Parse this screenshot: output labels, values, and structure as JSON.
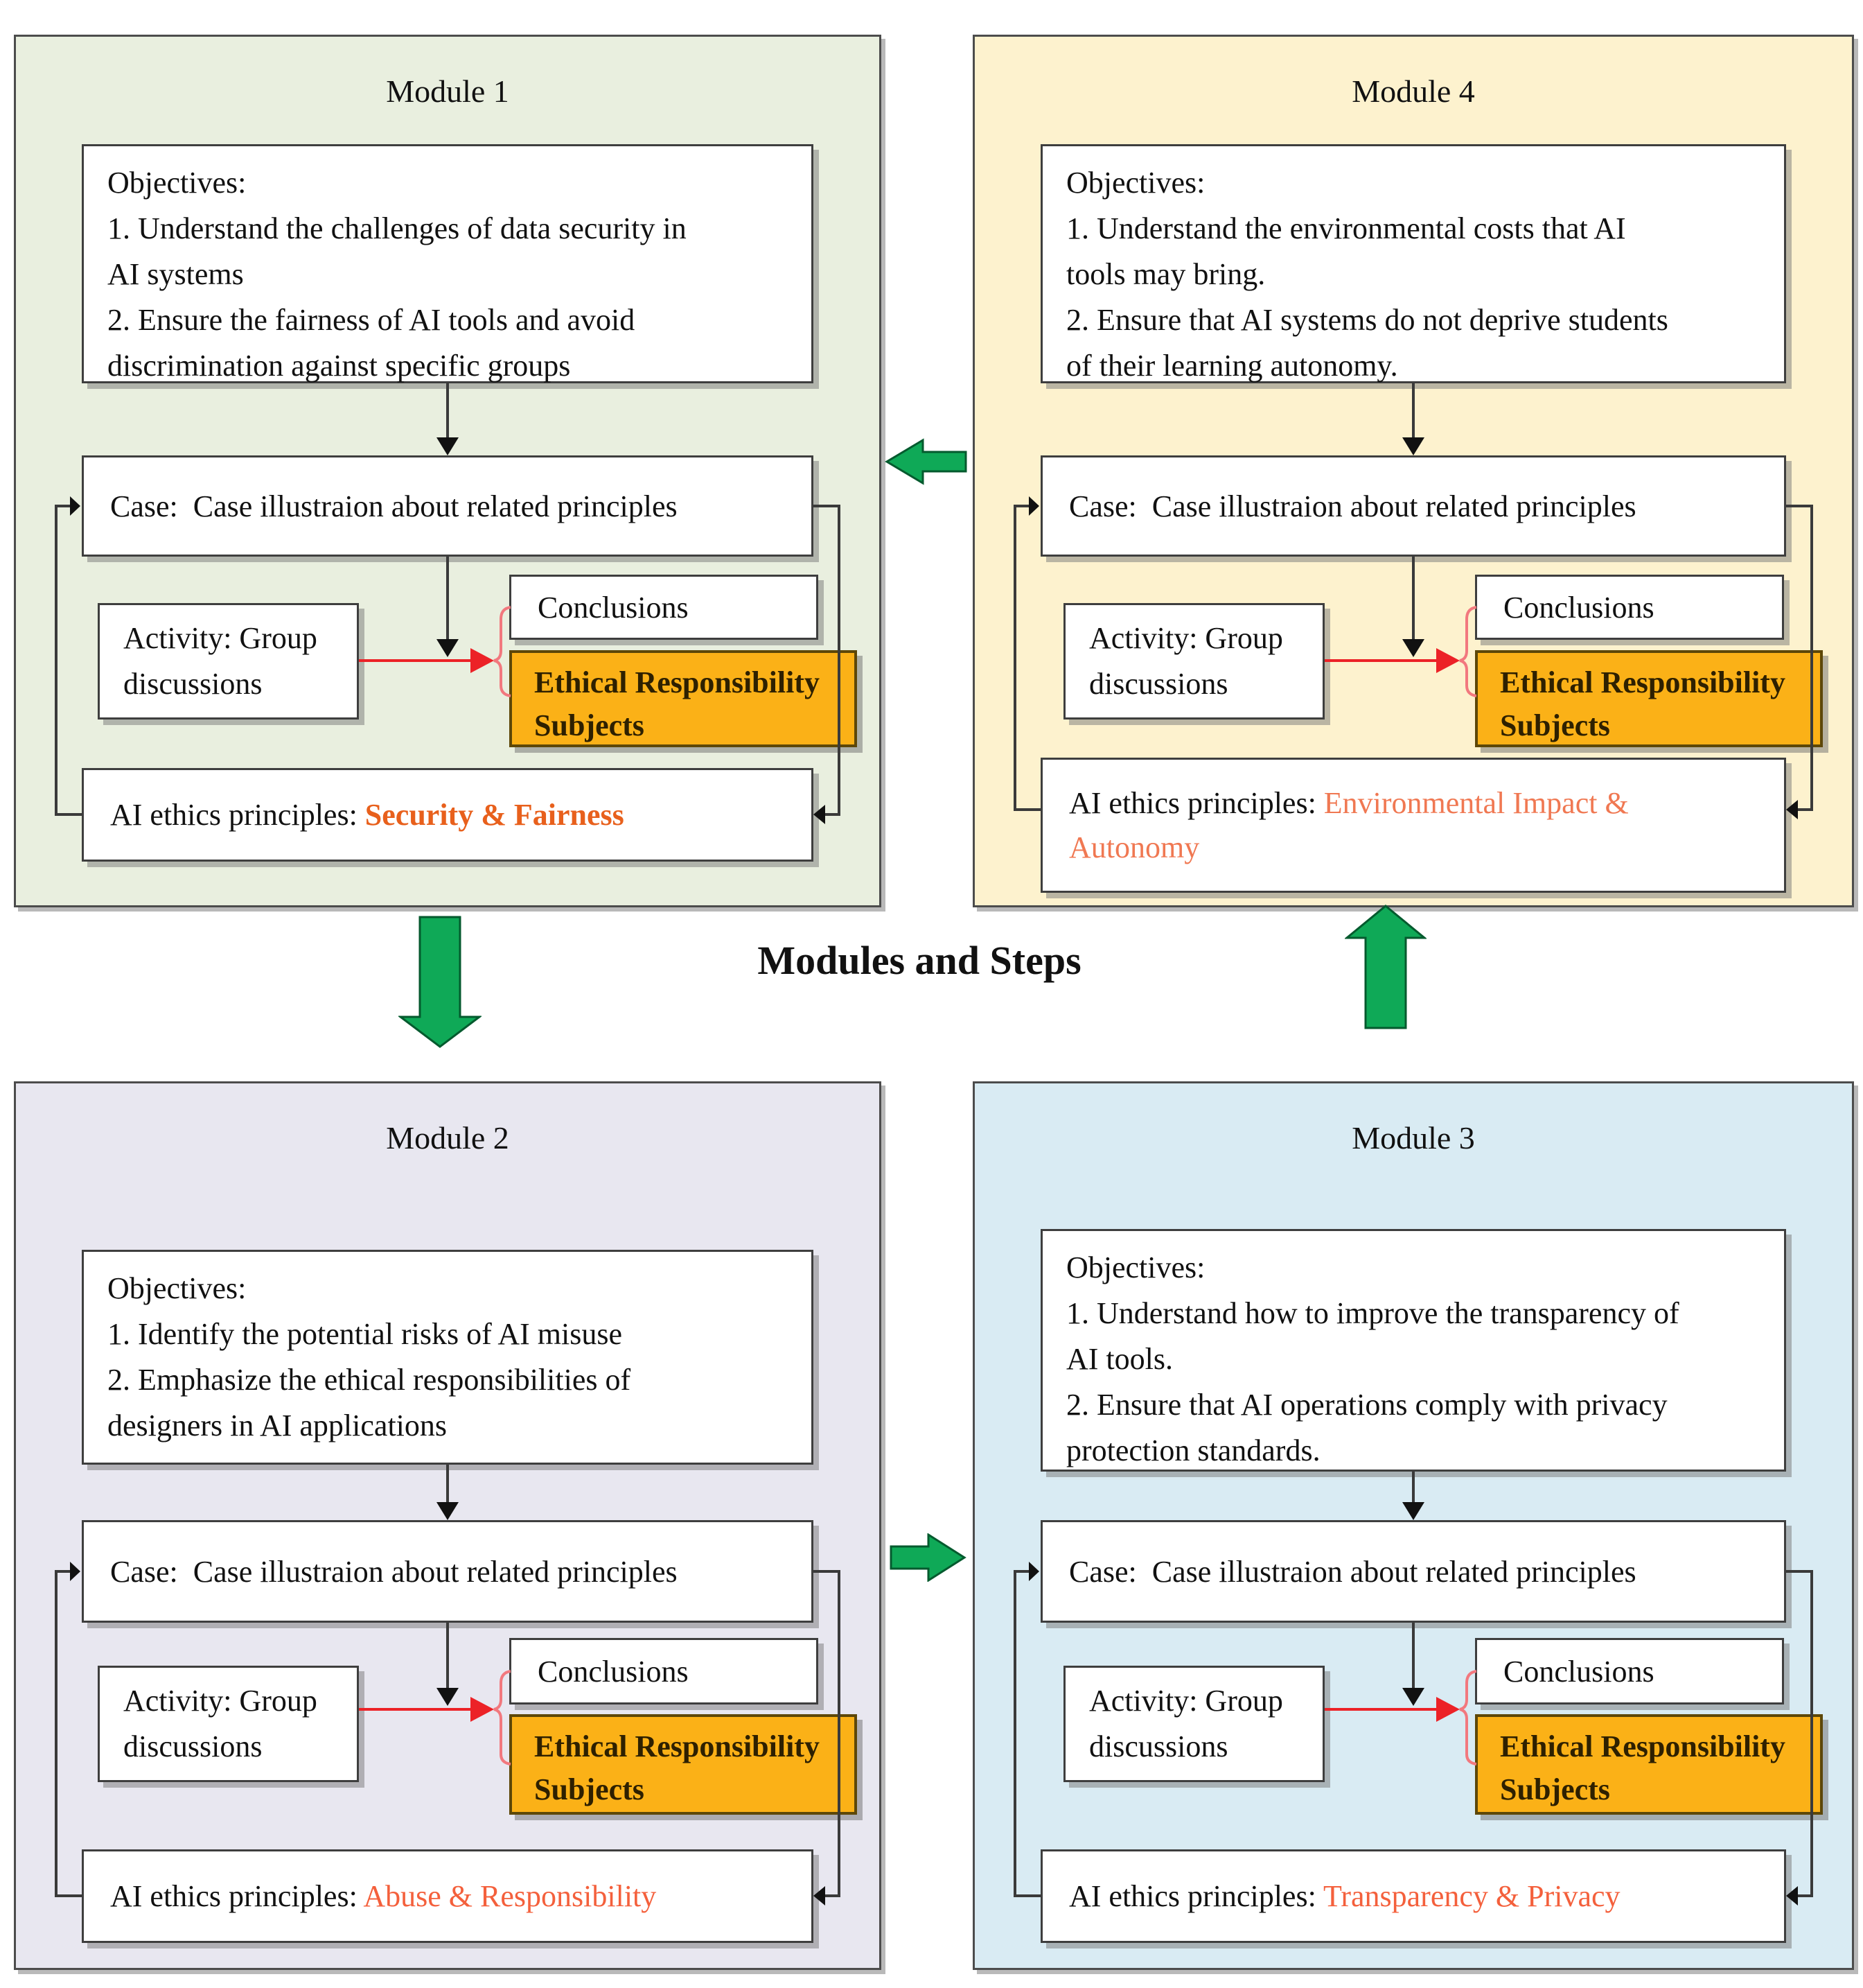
{
  "figure_title": "Modules and Steps",
  "shared": {
    "case_text": "Case:  Case illustraion about related principles",
    "activity_text": "Activity: Group\ndiscussions",
    "conclusions_label": "Conclusions",
    "ethical_subjects_label": "Ethical Responsibility\nSubjects",
    "principles_prefix": "AI ethics principles: "
  },
  "modules": [
    {
      "title": "Module 1",
      "objectives": "Objectives:\n1. Understand the challenges of data security in\nAI systems\n2. Ensure the fairness of AI tools and avoid\ndiscrimination against specific groups",
      "principle": "Security & Fairness"
    },
    {
      "title": "Module 2",
      "objectives": "Objectives:\n1. Identify the potential risks of AI misuse\n2. Emphasize the ethical responsibilities of\ndesigners in AI applications",
      "principle": "Abuse & Responsibility"
    },
    {
      "title": "Module 3",
      "objectives": "Objectives:\n1. Understand how to improve the transparency of\nAI tools.\n2. Ensure that AI operations comply with privacy\nprotection standards.",
      "principle": "Transparency & Privacy"
    },
    {
      "title": "Module 4",
      "objectives": "Objectives:\n1. Understand the environmental costs that AI\ntools may bring.\n2. Ensure that AI systems do not deprive students\nof their learning autonomy.",
      "principle": "Environmental Impact &\nAutonomy"
    }
  ],
  "colors": {
    "module1_bg": "#E9EFDF",
    "module2_bg": "#E8E7F0",
    "module3_bg": "#D9EBF3",
    "module4_bg": "#FDF2CE",
    "ethical_subjects_bg": "#FBB117",
    "principle_text_module1": "#E8601C",
    "principle_text_module2": "#F4603C",
    "principle_text_module3": "#F4603C",
    "principle_text_module4": "#F07852",
    "green_arrow": "#0FA957",
    "red_connector": "#EC2227"
  }
}
